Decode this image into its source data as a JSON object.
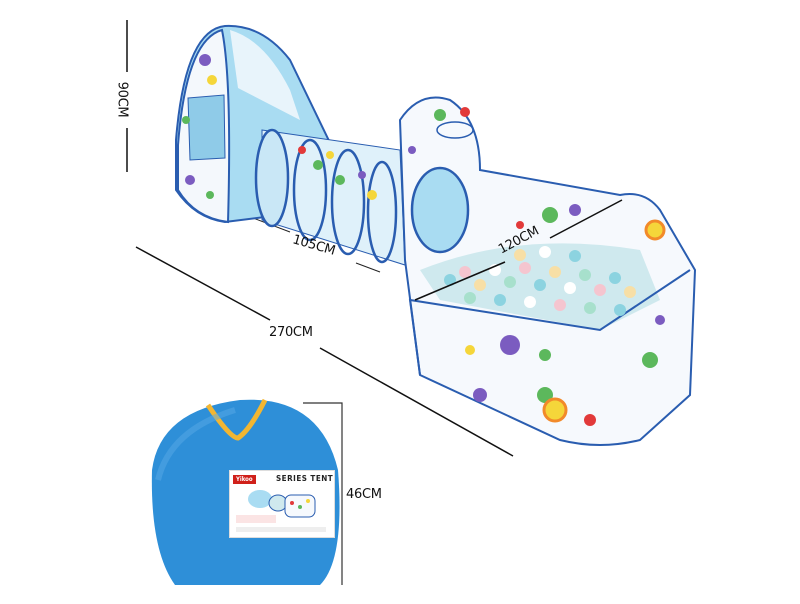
{
  "image": {
    "subject": "3-in-1 pop-up play tent with tunnel and ball pit",
    "background_color": "#ffffff"
  },
  "dimensions": {
    "height": "90CM",
    "tunnel_length": "105CM",
    "pit_width": "120CM",
    "total_length": "270CM",
    "package_diameter": "46CM"
  },
  "package": {
    "brand": "Yikoo",
    "title": "SERIES TENT",
    "bag_color": "#2e8fd8",
    "trim_color": "#f2b632"
  },
  "colors": {
    "tent_blue": "#a9dcf2",
    "edge_blue": "#2a5db0",
    "dot_purple": "#7b5cc0",
    "dot_green": "#5cb85c",
    "dot_yellow": "#f5d63a",
    "dot_red": "#e23a3a",
    "sun_orange": "#f28a2a"
  }
}
